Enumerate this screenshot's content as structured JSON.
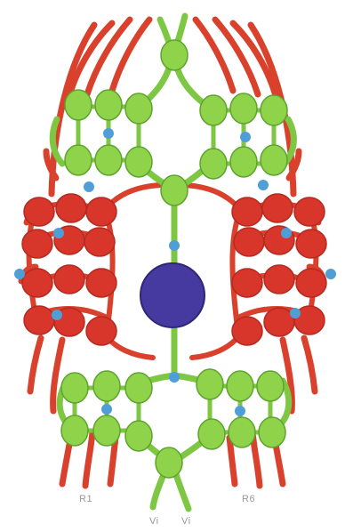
{
  "diagram": {
    "labels": {
      "left_bottom": "R1",
      "right_bottom": "R6",
      "bottom_left": "Vi",
      "bottom_right": "Vi"
    },
    "colors": {
      "red_strand": "#d9412d",
      "red_node": "#d8352b",
      "red_node_edge": "#b42a20",
      "green_strand": "#7ec742",
      "green_node": "#8fd34a",
      "green_node_edge": "#5ea22f",
      "blue_dot": "#4f9fd6",
      "center_circle": "#463aa0",
      "center_circle_edge": "#2e2676",
      "label_text": "#9a9a9a",
      "background": "#ffffff"
    }
  }
}
